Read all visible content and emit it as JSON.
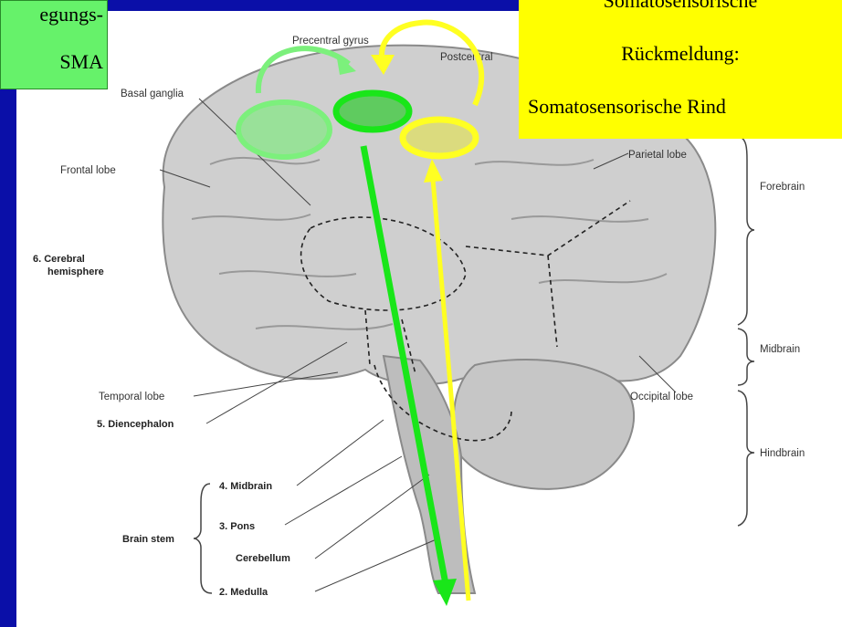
{
  "callouts": {
    "green": {
      "line1": "egungs-",
      "line2": "SMA",
      "color": "#66f26a"
    },
    "yellow": {
      "line1": "Somatosensorische",
      "line2": "Rückmeldung:",
      "line3": "Somatosensorische Rind",
      "color": "#ffff00"
    }
  },
  "labels": {
    "precentral": "Precentral gyrus",
    "postcentral": "Postcentral",
    "basal_ganglia": "Basal ganglia",
    "frontal_lobe": "Frontal lobe",
    "cerebral_hemisphere_1": "6. Cerebral",
    "cerebral_hemisphere_2": "hemisphere",
    "parietal_lobe": "Parietal lobe",
    "temporal_lobe": "Temporal lobe",
    "diencephalon": "5. Diencephalon",
    "midbrain_num": "4. Midbrain",
    "pons": "3. Pons",
    "cerebellum": "Cerebellum",
    "medulla": "2. Medulla",
    "brain_stem": "Brain stem",
    "occipital_lobe": "Occipital lobe"
  },
  "regions": {
    "forebrain": "Forebrain",
    "midbrain": "Midbrain",
    "hindbrain": "Hindbrain"
  },
  "colors": {
    "motor_path": "#19e619",
    "sensory_path": "#ffff22",
    "frame": "#0a0fa8"
  }
}
